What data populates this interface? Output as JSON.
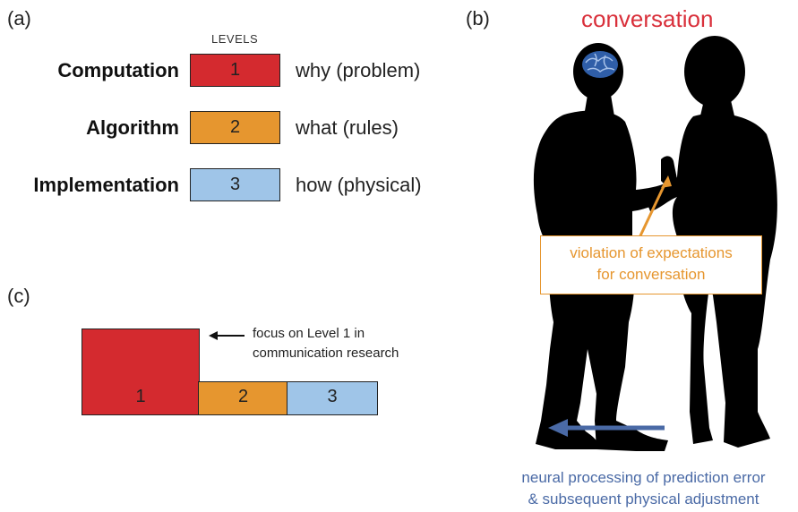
{
  "colors": {
    "level1": "#d42a2f",
    "level2": "#e6962f",
    "level3": "#9fc5e8",
    "conversation_title": "#d9303b",
    "violation": "#e6962f",
    "neural": "#4a6aa6",
    "brain": "#2f5ea8",
    "silhouette": "#000000"
  },
  "panel_a": {
    "label": "(a)",
    "header": "LEVELS",
    "levels": [
      {
        "name": "Computation",
        "number": "1",
        "description": "why (problem)"
      },
      {
        "name": "Algorithm",
        "number": "2",
        "description": "what (rules)"
      },
      {
        "name": "Implementation",
        "number": "3",
        "description": "how (physical)"
      }
    ]
  },
  "panel_b": {
    "label": "(b)",
    "title": "conversation",
    "violation_line1": "violation of expectations",
    "violation_line2": "for conversation",
    "neural_line1": "neural processing of prediction error",
    "neural_line2": "& subsequent physical adjustment",
    "icons": [
      "brain-icon",
      "person-silhouette",
      "arrow-icon"
    ]
  },
  "panel_c": {
    "label": "(c)",
    "box1": "1",
    "box2": "2",
    "box3": "3",
    "focus_line1": "focus on Level 1 in",
    "focus_line2": "communication research"
  }
}
